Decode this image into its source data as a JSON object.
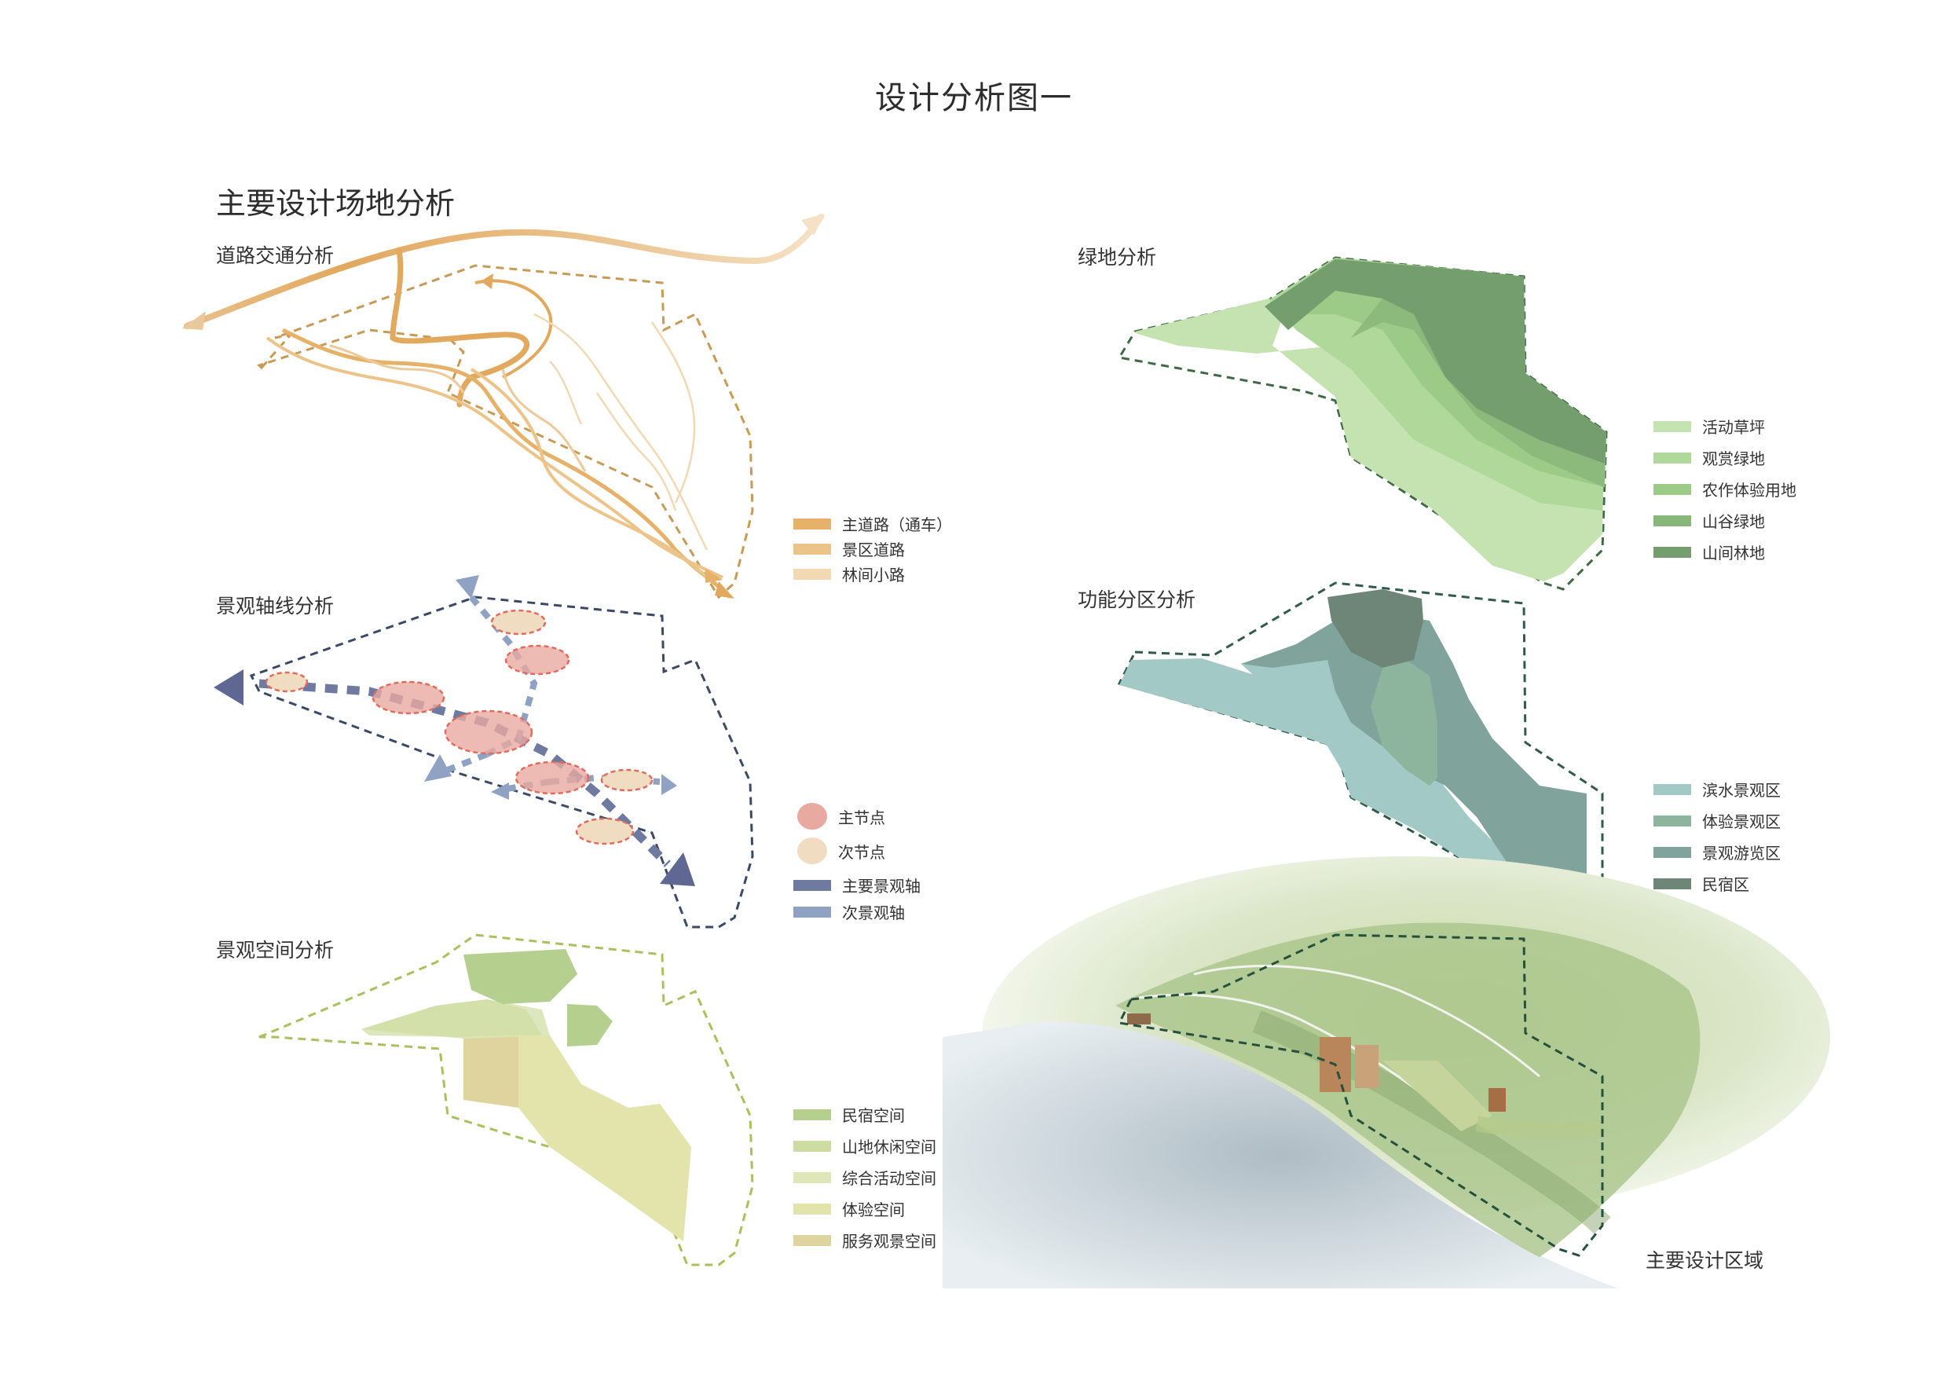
{
  "page_title": "设计分析图一",
  "section_title": "主要设计场地分析",
  "panels": {
    "road": {
      "title": "道路交通分析",
      "legend": [
        {
          "label": "主道路（通车）",
          "color": "#e6b26a"
        },
        {
          "label": "景区道路",
          "color": "#ecc48a"
        },
        {
          "label": "林间小路",
          "color": "#f2d9b3"
        }
      ]
    },
    "axis": {
      "title": "景观轴线分析",
      "legend": [
        {
          "label": "主节点",
          "color": "#e8a9a1",
          "shape": "circle"
        },
        {
          "label": "次节点",
          "color": "#f0dcc0",
          "shape": "circle"
        },
        {
          "label": "主要景观轴",
          "color": "#6e7aa0",
          "shape": "bar"
        },
        {
          "label": "次景观轴",
          "color": "#8fa2c4",
          "shape": "bar"
        }
      ]
    },
    "space": {
      "title": "景观空间分析",
      "legend": [
        {
          "label": "民宿空间",
          "color": "#b5cf8f"
        },
        {
          "label": "山地休闲空间",
          "color": "#cddda2"
        },
        {
          "label": "综合活动空间",
          "color": "#dfe6b8"
        },
        {
          "label": "体验空间",
          "color": "#e3e3ac"
        },
        {
          "label": "服务观景空间",
          "color": "#e0d49e"
        }
      ]
    },
    "green": {
      "title": "绿地分析",
      "legend": [
        {
          "label": "活动草坪",
          "color": "#c5e3b0"
        },
        {
          "label": "观赏绿地",
          "color": "#b0d89a"
        },
        {
          "label": "农作体验用地",
          "color": "#9ccb88"
        },
        {
          "label": "山谷绿地",
          "color": "#88b77a"
        },
        {
          "label": "山间林地",
          "color": "#759e6f"
        }
      ]
    },
    "function": {
      "title": "功能分区分析",
      "legend": [
        {
          "label": "滨水景观区",
          "color": "#a3c9c7"
        },
        {
          "label": "体验景观区",
          "color": "#8db49c"
        },
        {
          "label": "景观游览区",
          "color": "#80a39b"
        },
        {
          "label": "民宿区",
          "color": "#6e8677"
        }
      ]
    },
    "aerial": {
      "caption": "主要设计区域"
    }
  }
}
